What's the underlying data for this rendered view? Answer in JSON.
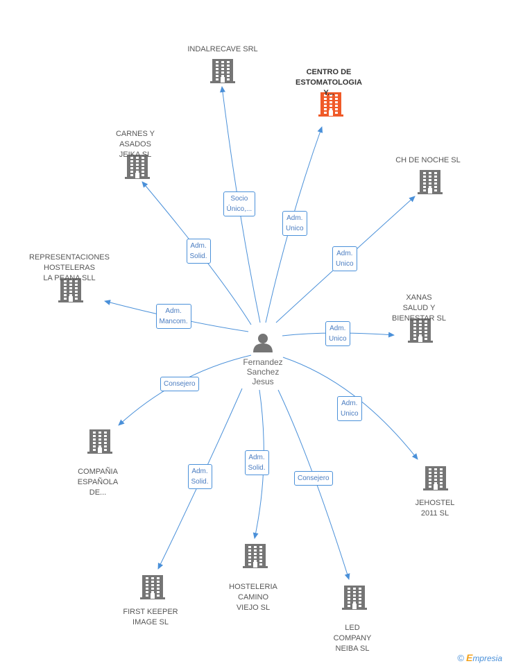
{
  "center": {
    "name": "Fernandez\nSanchez\nJesus"
  },
  "nodes": [
    {
      "id": "indalrecave",
      "label": "INDALRECAVE SRL",
      "highlight": false
    },
    {
      "id": "centro",
      "label": "CENTRO DE\nESTOMATOLOGIA\nY...",
      "highlight": true
    },
    {
      "id": "carnes",
      "label": "CARNES Y\nASADOS\nJEIKA SL",
      "highlight": false
    },
    {
      "id": "chdenoche",
      "label": "CH DE NOCHE SL",
      "highlight": false
    },
    {
      "id": "representaciones",
      "label": "REPRESENTACIONES\nHOSTELERAS\nLA PEANA SLL",
      "highlight": false
    },
    {
      "id": "xanas",
      "label": "XANAS\nSALUD Y\nBIENESTAR SL",
      "highlight": false
    },
    {
      "id": "compania",
      "label": "COMPAÑIA\nESPAÑOLA\nDE...",
      "highlight": false
    },
    {
      "id": "jehostel",
      "label": "JEHOSTEL\n2011 SL",
      "highlight": false
    },
    {
      "id": "firstkeeper",
      "label": "FIRST KEEPER\nIMAGE SL",
      "highlight": false
    },
    {
      "id": "hosteleria",
      "label": "HOSTELERIA\nCAMINO\nVIEJO SL",
      "highlight": false
    },
    {
      "id": "led",
      "label": "LED\nCOMPANY\nNEIBA SL",
      "highlight": false
    }
  ],
  "edges": [
    {
      "to": "indalrecave",
      "label": "Socio\nÚnico,..."
    },
    {
      "to": "centro",
      "label": "Adm.\nUnico"
    },
    {
      "to": "carnes",
      "label": "Adm.\nSolid."
    },
    {
      "to": "chdenoche",
      "label": "Adm.\nUnico"
    },
    {
      "to": "representaciones",
      "label": "Adm.\nMancom."
    },
    {
      "to": "xanas",
      "label": "Adm.\nUnico"
    },
    {
      "to": "compania",
      "label": "Consejero"
    },
    {
      "to": "jehostel",
      "label": "Adm.\nUnico"
    },
    {
      "to": "firstkeeper",
      "label": "Adm.\nSolid."
    },
    {
      "to": "hosteleria",
      "label": "Adm.\nSolid."
    },
    {
      "to": "led",
      "label": "Consejero"
    }
  ],
  "colors": {
    "edge": "#4a90d9",
    "building": "#757575",
    "building_highlight": "#f05a28",
    "person": "#757575"
  },
  "footer": {
    "copyright": "©",
    "brand_initial": "E",
    "brand_rest": "mpresia"
  }
}
